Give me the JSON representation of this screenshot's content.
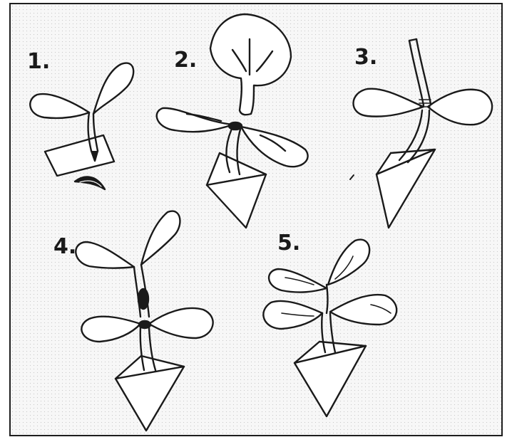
{
  "diagram": {
    "steps": [
      {
        "label": "1.",
        "icon": "seedling-cut-icon"
      },
      {
        "label": "2.",
        "icon": "scion-insert-icon"
      },
      {
        "label": "3.",
        "icon": "graft-clip-icon"
      },
      {
        "label": "4.",
        "icon": "healed-graft-icon"
      },
      {
        "label": "5.",
        "icon": "grown-graft-icon"
      }
    ],
    "colors": {
      "ink": "#1a1a1a",
      "paper": "#f7f7f7",
      "frame": "#1e1e1e"
    }
  }
}
